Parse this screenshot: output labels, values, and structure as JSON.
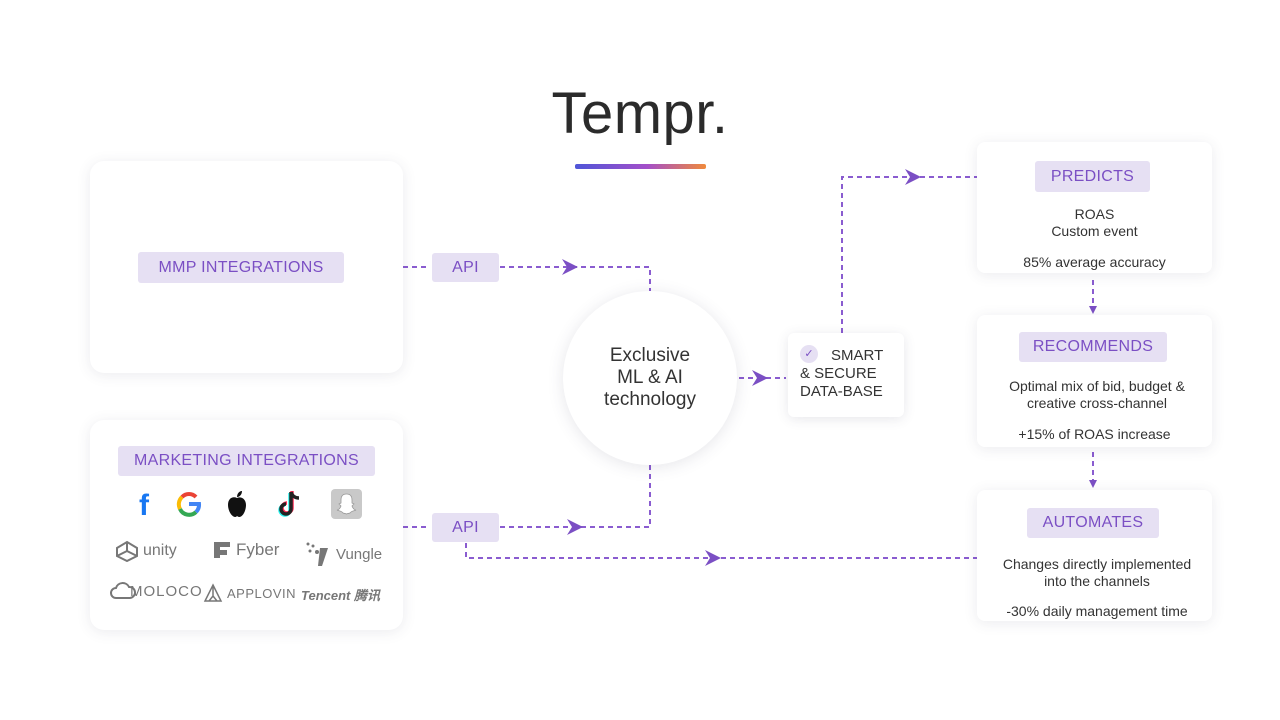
{
  "title": "Tempr.",
  "mmp": {
    "label": "MMP INTEGRATIONS"
  },
  "marketing": {
    "label": "MARKETING INTEGRATIONS",
    "logos": [
      "unity",
      "Fyber",
      "Vungle",
      "MOLOCO",
      "APPLOVIN",
      "Tencent 腾讯"
    ]
  },
  "api_top": "API",
  "api_bottom": "API",
  "core": {
    "line1": "Exclusive",
    "line2": "ML & AI",
    "line3": "technology"
  },
  "database": {
    "line1": "SMART",
    "line2": "& SECURE",
    "line3": "DATA-BASE"
  },
  "predicts": {
    "label": "PREDICTS",
    "line1": "ROAS",
    "line2": "Custom event",
    "stat": "85% average accuracy"
  },
  "recommends": {
    "label": "RECOMMENDS",
    "line1": "Optimal mix of bid, budget &",
    "line2": "creative cross-channel",
    "stat": "+15% of ROAS increase"
  },
  "automates": {
    "label": "AUTOMATES",
    "line1": "Changes directly implemented",
    "line2": "into the channels",
    "stat": "-30% daily management time"
  },
  "colors": {
    "accent": "#7b4fc4",
    "tag_bg": "#e6e0f3",
    "line": "#8a5cd0"
  }
}
